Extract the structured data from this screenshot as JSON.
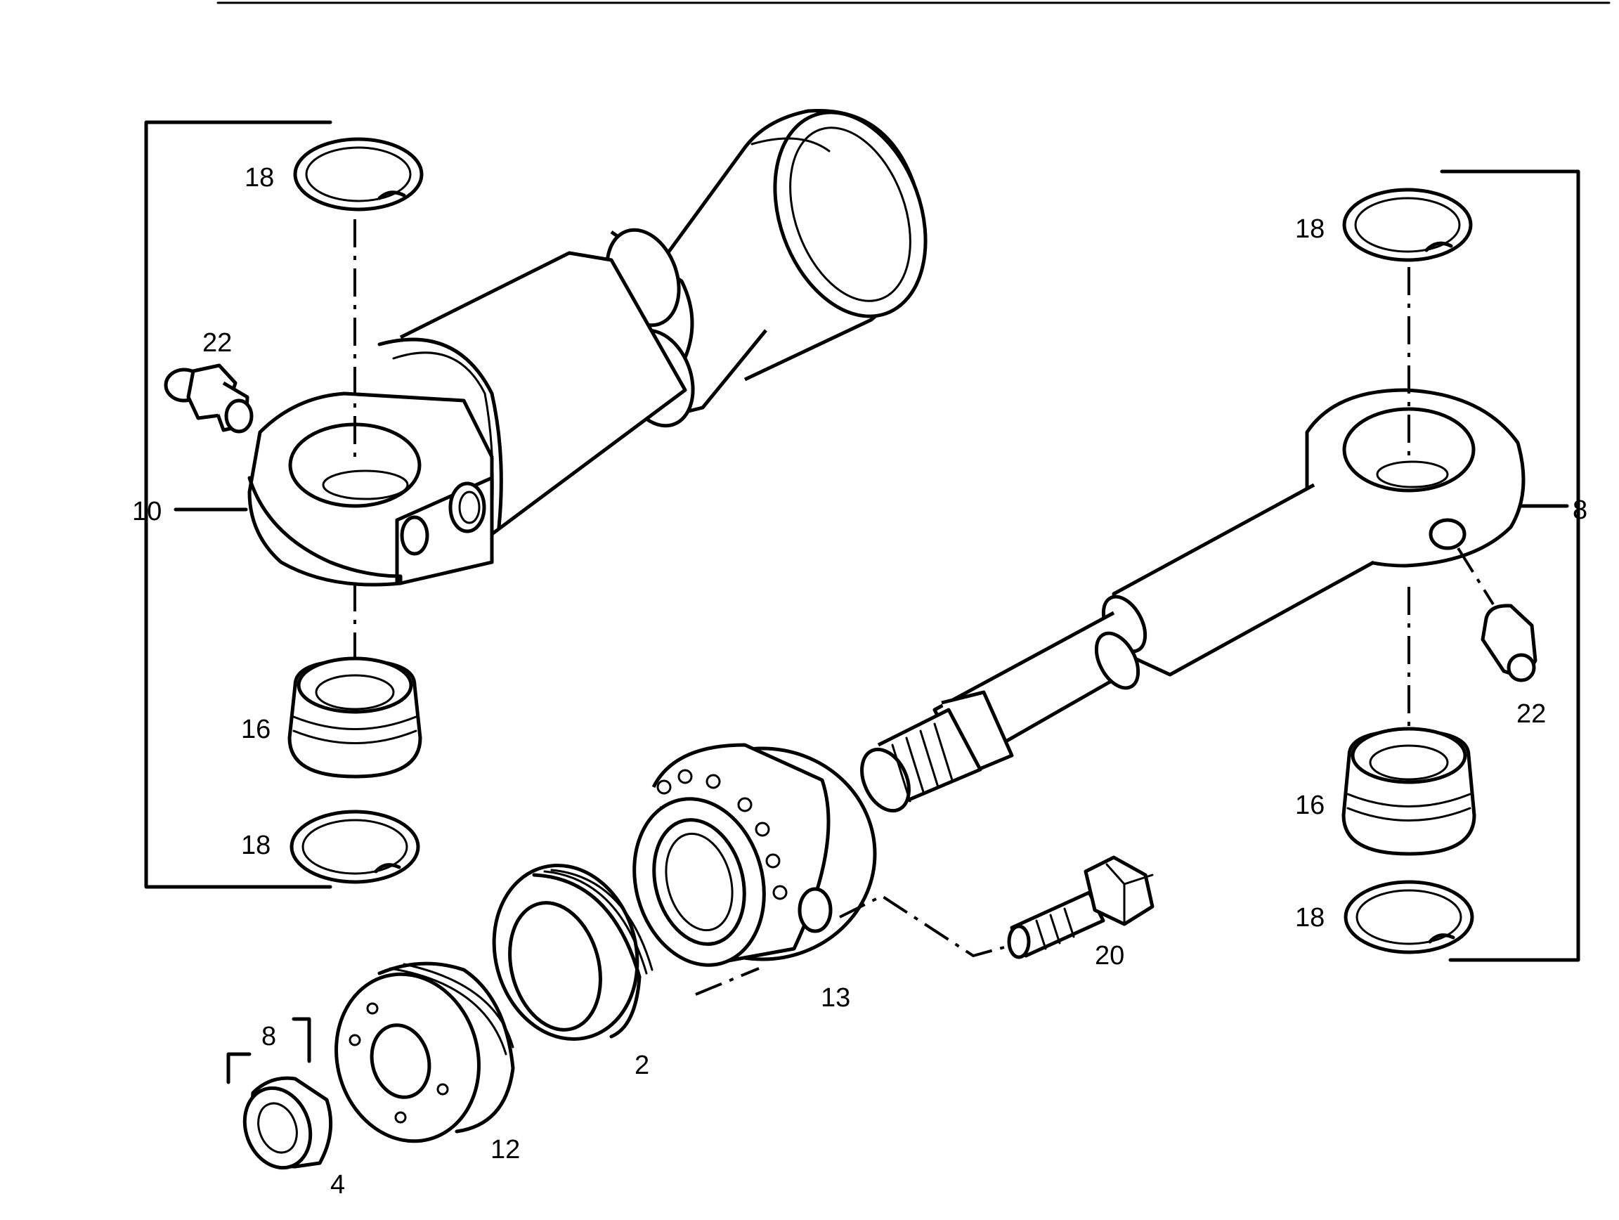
{
  "labels": {
    "l10": "10",
    "l18_top_left": "18",
    "l22_left": "22",
    "l16_left": "16",
    "l18_bottom_left": "18",
    "l18_top_right": "18",
    "l8_right": "8",
    "l22_right": "22",
    "l16_right": "16",
    "l18_bottom_right": "18",
    "l20": "20",
    "l13": "13",
    "l2": "2",
    "l12": "12",
    "l8_small": "8",
    "l4": "4"
  }
}
